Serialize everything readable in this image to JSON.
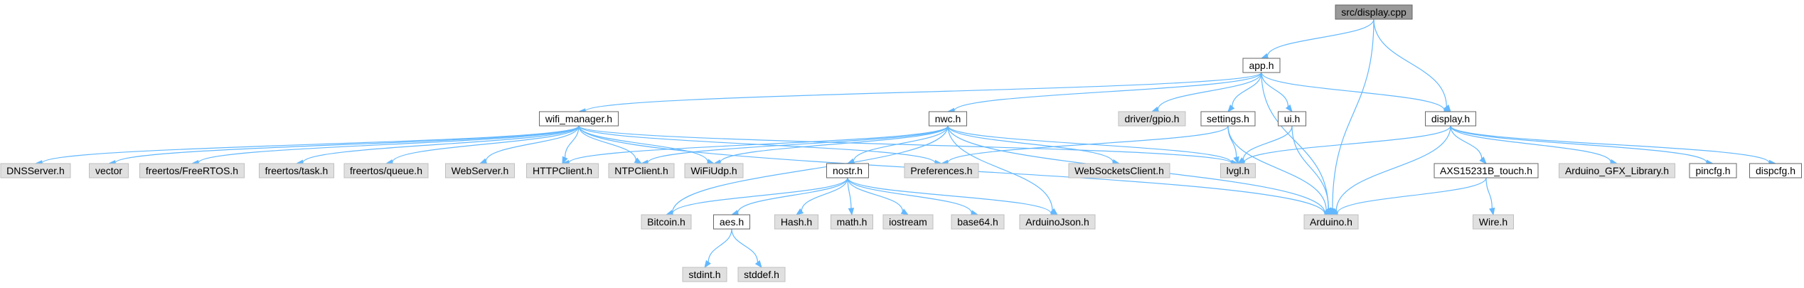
{
  "colors": {
    "root_fill": "#999999",
    "file_fill": "#ffffff",
    "system_fill": "#e0e0e0",
    "edge": "#63b8ff"
  },
  "nodes": [
    {
      "id": "display_cpp",
      "label": "src/display.cpp",
      "kind": "root"
    },
    {
      "id": "app_h",
      "label": "app.h",
      "kind": "file"
    },
    {
      "id": "wifi_manager_h",
      "label": "wifi_manager.h",
      "kind": "file"
    },
    {
      "id": "nwc_h",
      "label": "nwc.h",
      "kind": "file"
    },
    {
      "id": "driver_gpio_h",
      "label": "driver/gpio.h",
      "kind": "system"
    },
    {
      "id": "settings_h",
      "label": "settings.h",
      "kind": "file"
    },
    {
      "id": "ui_h",
      "label": "ui.h",
      "kind": "file"
    },
    {
      "id": "display_h",
      "label": "display.h",
      "kind": "file"
    },
    {
      "id": "dnsserver_h",
      "label": "DNSServer.h",
      "kind": "system"
    },
    {
      "id": "vector",
      "label": "vector",
      "kind": "system"
    },
    {
      "id": "freertos_h",
      "label": "freertos/FreeRTOS.h",
      "kind": "system"
    },
    {
      "id": "task_h",
      "label": "freertos/task.h",
      "kind": "system"
    },
    {
      "id": "queue_h",
      "label": "freertos/queue.h",
      "kind": "system"
    },
    {
      "id": "webserver_h",
      "label": "WebServer.h",
      "kind": "system"
    },
    {
      "id": "httpclient_h",
      "label": "HTTPClient.h",
      "kind": "system"
    },
    {
      "id": "ntpclient_h",
      "label": "NTPClient.h",
      "kind": "system"
    },
    {
      "id": "wifiudp_h",
      "label": "WiFiUdp.h",
      "kind": "system"
    },
    {
      "id": "preferences_h",
      "label": "Preferences.h",
      "kind": "system"
    },
    {
      "id": "websocketsclient_h",
      "label": "WebSocketsClient.h",
      "kind": "system"
    },
    {
      "id": "lvgl_h",
      "label": "lvgl.h",
      "kind": "system"
    },
    {
      "id": "axs_touch_h",
      "label": "AXS15231B_touch.h",
      "kind": "file"
    },
    {
      "id": "gfx_h",
      "label": "Arduino_GFX_Library.h",
      "kind": "system"
    },
    {
      "id": "pincfg_h",
      "label": "pincfg.h",
      "kind": "file"
    },
    {
      "id": "dispcfg_h",
      "label": "dispcfg.h",
      "kind": "file"
    },
    {
      "id": "nostr_h",
      "label": "nostr.h",
      "kind": "file"
    },
    {
      "id": "bitcoin_h",
      "label": "Bitcoin.h",
      "kind": "system"
    },
    {
      "id": "aes_h",
      "label": "aes.h",
      "kind": "file"
    },
    {
      "id": "hash_h",
      "label": "Hash.h",
      "kind": "system"
    },
    {
      "id": "math_h",
      "label": "math.h",
      "kind": "system"
    },
    {
      "id": "iostream",
      "label": "iostream",
      "kind": "system"
    },
    {
      "id": "base64_h",
      "label": "base64.h",
      "kind": "system"
    },
    {
      "id": "arduinojson_h",
      "label": "ArduinoJson.h",
      "kind": "system"
    },
    {
      "id": "arduino_h",
      "label": "Arduino.h",
      "kind": "system"
    },
    {
      "id": "wire_h",
      "label": "Wire.h",
      "kind": "system"
    },
    {
      "id": "stdint_h",
      "label": "stdint.h",
      "kind": "system"
    },
    {
      "id": "stddef_h",
      "label": "stddef.h",
      "kind": "system"
    }
  ],
  "edges": [
    [
      "display_cpp",
      "app_h"
    ],
    [
      "display_cpp",
      "display_h"
    ],
    [
      "display_cpp",
      "arduino_h"
    ],
    [
      "app_h",
      "wifi_manager_h"
    ],
    [
      "app_h",
      "nwc_h"
    ],
    [
      "app_h",
      "driver_gpio_h"
    ],
    [
      "app_h",
      "settings_h"
    ],
    [
      "app_h",
      "ui_h"
    ],
    [
      "app_h",
      "display_h"
    ],
    [
      "app_h",
      "arduino_h"
    ],
    [
      "wifi_manager_h",
      "dnsserver_h"
    ],
    [
      "wifi_manager_h",
      "vector"
    ],
    [
      "wifi_manager_h",
      "freertos_h"
    ],
    [
      "wifi_manager_h",
      "task_h"
    ],
    [
      "wifi_manager_h",
      "queue_h"
    ],
    [
      "wifi_manager_h",
      "webserver_h"
    ],
    [
      "wifi_manager_h",
      "httpclient_h"
    ],
    [
      "wifi_manager_h",
      "ntpclient_h"
    ],
    [
      "wifi_manager_h",
      "wifiudp_h"
    ],
    [
      "wifi_manager_h",
      "preferences_h"
    ],
    [
      "wifi_manager_h",
      "lvgl_h"
    ],
    [
      "wifi_manager_h",
      "arduino_h"
    ],
    [
      "nwc_h",
      "httpclient_h"
    ],
    [
      "nwc_h",
      "ntpclient_h"
    ],
    [
      "nwc_h",
      "wifiudp_h"
    ],
    [
      "nwc_h",
      "websocketsclient_h"
    ],
    [
      "nwc_h",
      "lvgl_h"
    ],
    [
      "nwc_h",
      "nostr_h"
    ],
    [
      "nwc_h",
      "bitcoin_h"
    ],
    [
      "nwc_h",
      "arduinojson_h"
    ],
    [
      "nwc_h",
      "arduino_h"
    ],
    [
      "settings_h",
      "preferences_h"
    ],
    [
      "settings_h",
      "lvgl_h"
    ],
    [
      "settings_h",
      "arduino_h"
    ],
    [
      "ui_h",
      "lvgl_h"
    ],
    [
      "ui_h",
      "arduino_h"
    ],
    [
      "display_h",
      "lvgl_h"
    ],
    [
      "display_h",
      "axs_touch_h"
    ],
    [
      "display_h",
      "gfx_h"
    ],
    [
      "display_h",
      "pincfg_h"
    ],
    [
      "display_h",
      "dispcfg_h"
    ],
    [
      "display_h",
      "arduino_h"
    ],
    [
      "axs_touch_h",
      "wire_h"
    ],
    [
      "axs_touch_h",
      "arduino_h"
    ],
    [
      "nostr_h",
      "bitcoin_h"
    ],
    [
      "nostr_h",
      "aes_h"
    ],
    [
      "nostr_h",
      "hash_h"
    ],
    [
      "nostr_h",
      "math_h"
    ],
    [
      "nostr_h",
      "iostream"
    ],
    [
      "nostr_h",
      "base64_h"
    ],
    [
      "nostr_h",
      "arduinojson_h"
    ],
    [
      "aes_h",
      "stdint_h"
    ],
    [
      "aes_h",
      "stddef_h"
    ]
  ]
}
